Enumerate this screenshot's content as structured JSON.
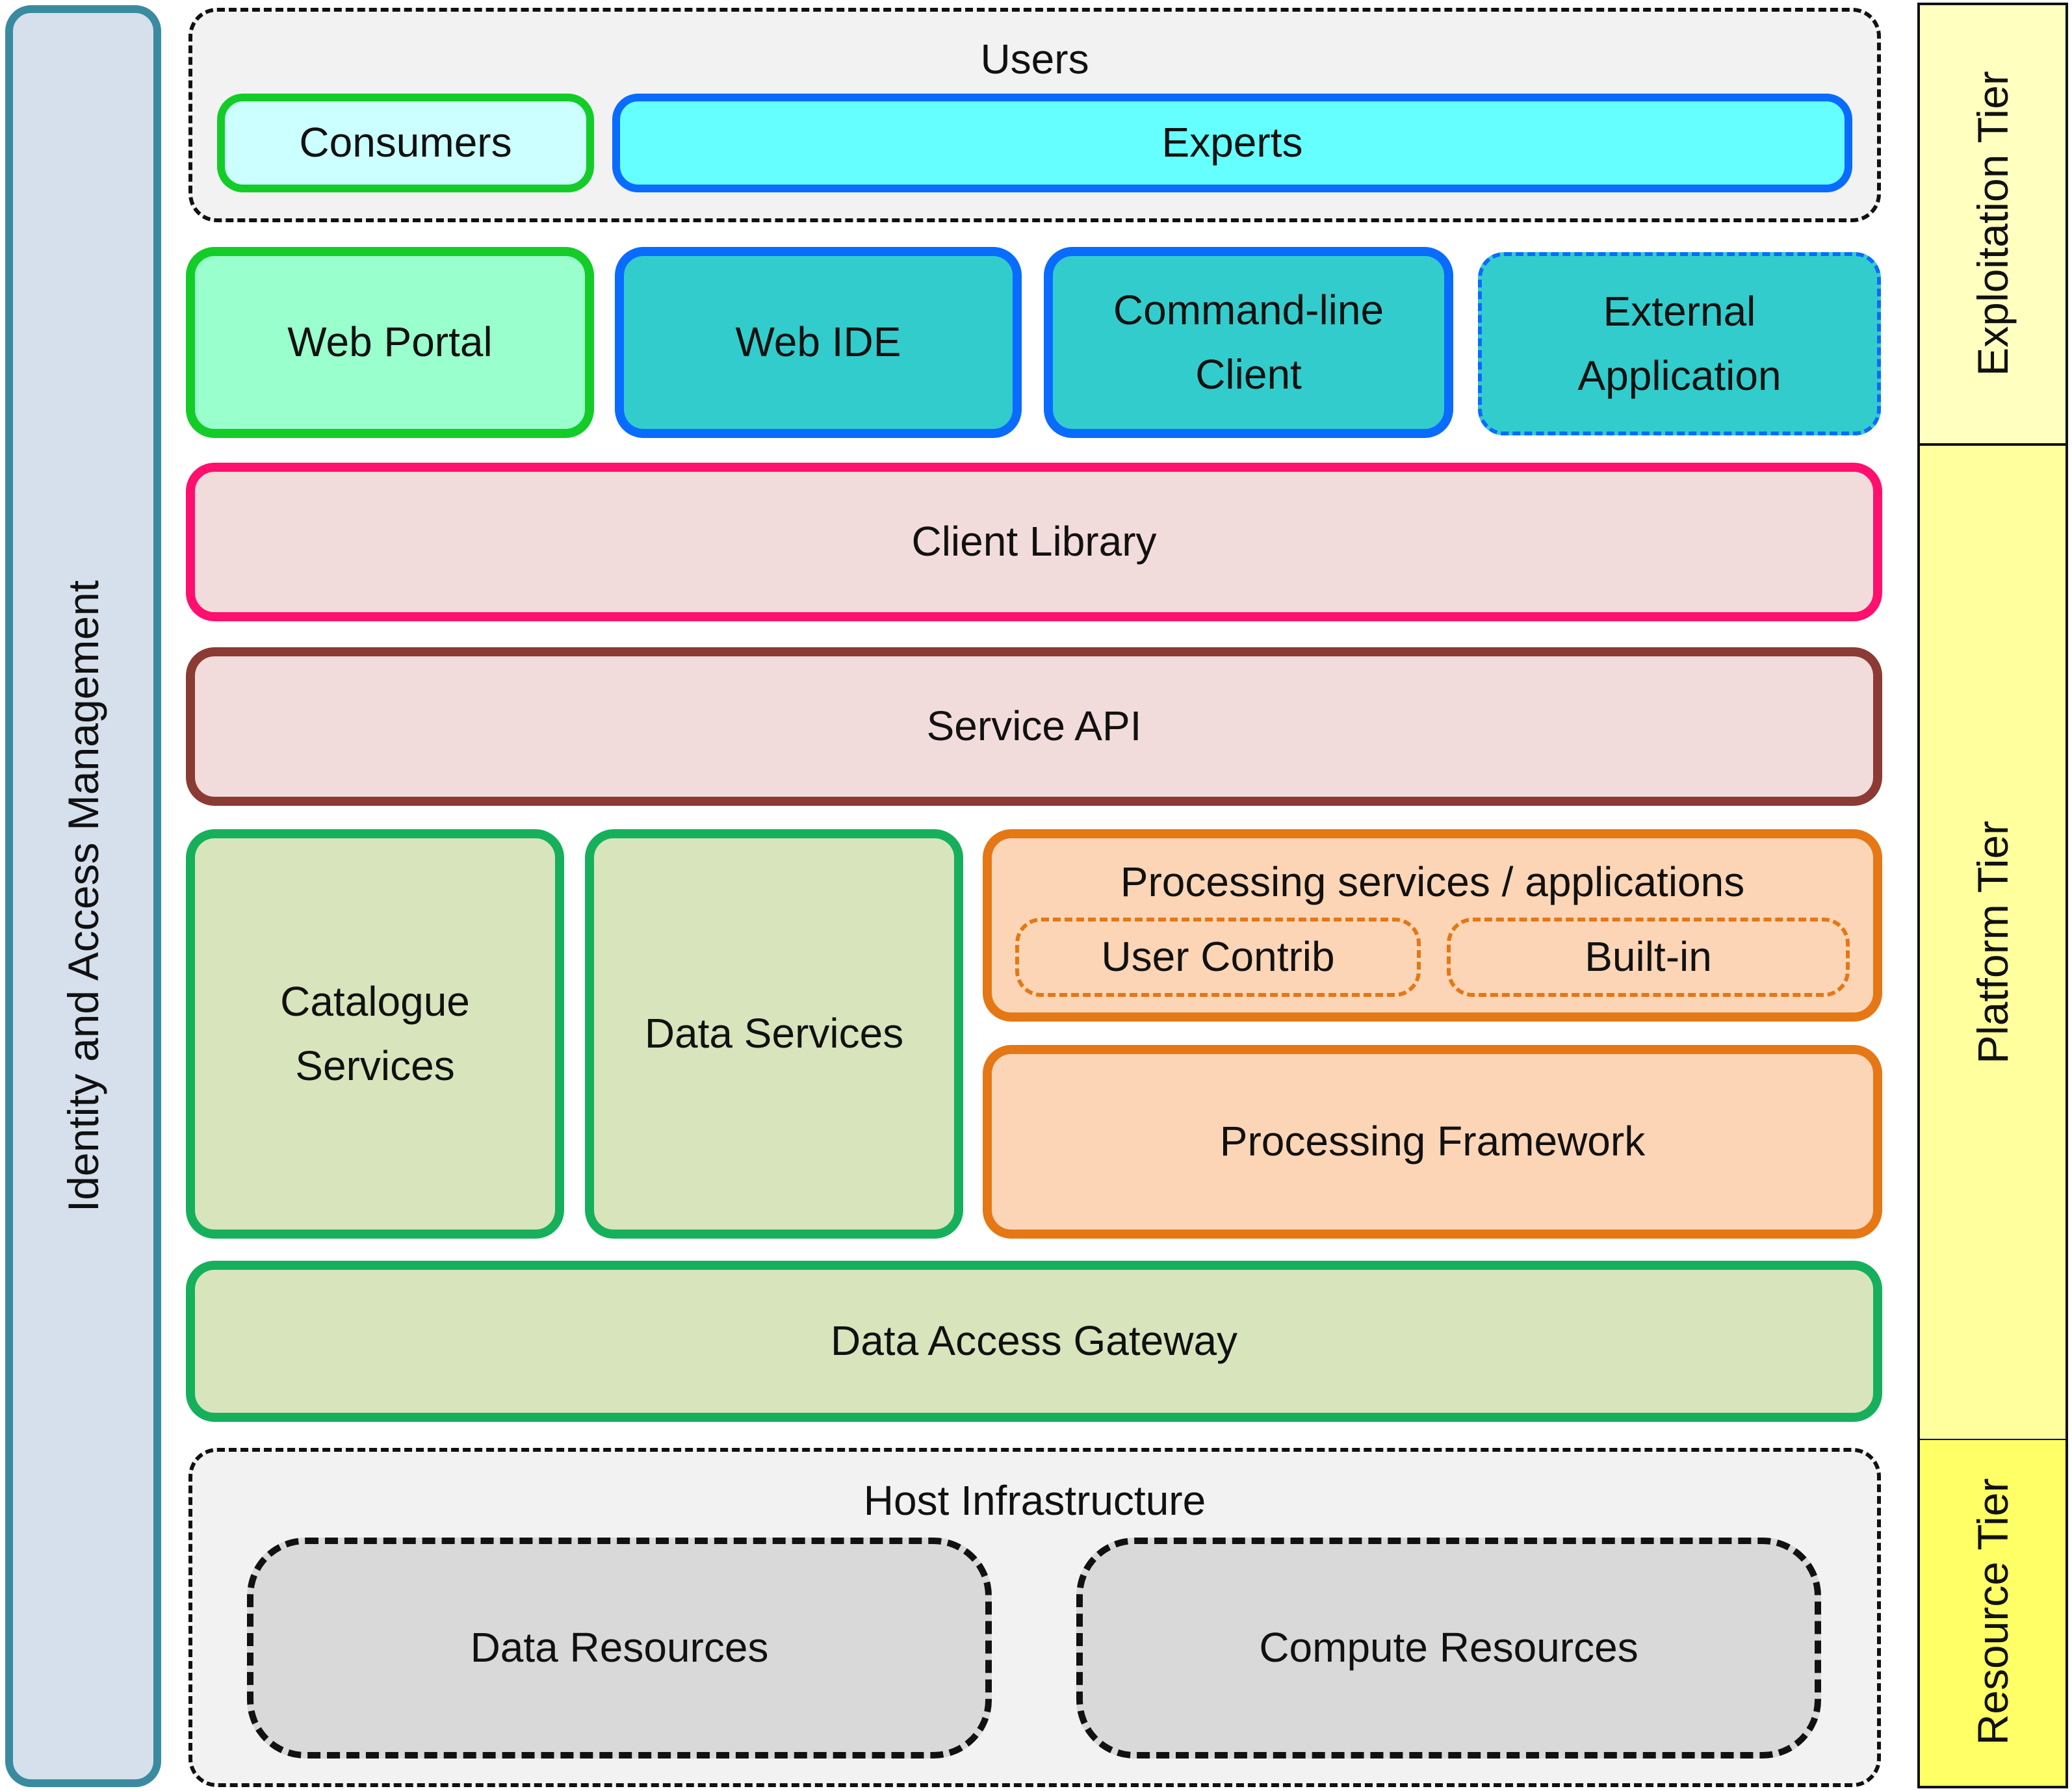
{
  "iam": {
    "label": "Identity and Access Management",
    "fill": "#d6e0ec",
    "border": "#3a8aa0"
  },
  "tiers": [
    {
      "label": "Exploitation Tier",
      "fill": "#ffffc0"
    },
    {
      "label": "Platform Tier",
      "fill": "#ffff9e"
    },
    {
      "label": "Resource Tier",
      "fill": "#ffff66"
    }
  ],
  "users": {
    "title": "Users",
    "consumers": "Consumers",
    "experts": "Experts"
  },
  "clients": {
    "web_portal": "Web Portal",
    "web_ide": "Web IDE",
    "command_line": "Command-line\nClient",
    "external_app": "External\nApplication"
  },
  "client_library": "Client Library",
  "service_api": "Service API",
  "services": {
    "catalogue": "Catalogue\nServices",
    "data": "Data Services",
    "processing_title": "Processing services / applications",
    "user_contrib": "User Contrib",
    "built_in": "Built-in",
    "processing_framework": "Processing Framework"
  },
  "data_access_gateway": "Data Access Gateway",
  "host": {
    "title": "Host Infrastructure",
    "data_resources": "Data Resources",
    "compute_resources": "Compute Resources"
  },
  "colors": {
    "green_border": "#16b05c",
    "green_fill": "#d8e4bc",
    "bright_green_border": "#14cc28",
    "blue_border": "#0a6bff",
    "teal_fill": "#33cccc",
    "cyan_fill": "#66ffff",
    "pink_border": "#ff0f6e",
    "pink_fill": "#f2dcdb",
    "brown_border": "#8c3a34",
    "orange_border": "#e57715",
    "orange_fill": "#fbd5b5"
  }
}
